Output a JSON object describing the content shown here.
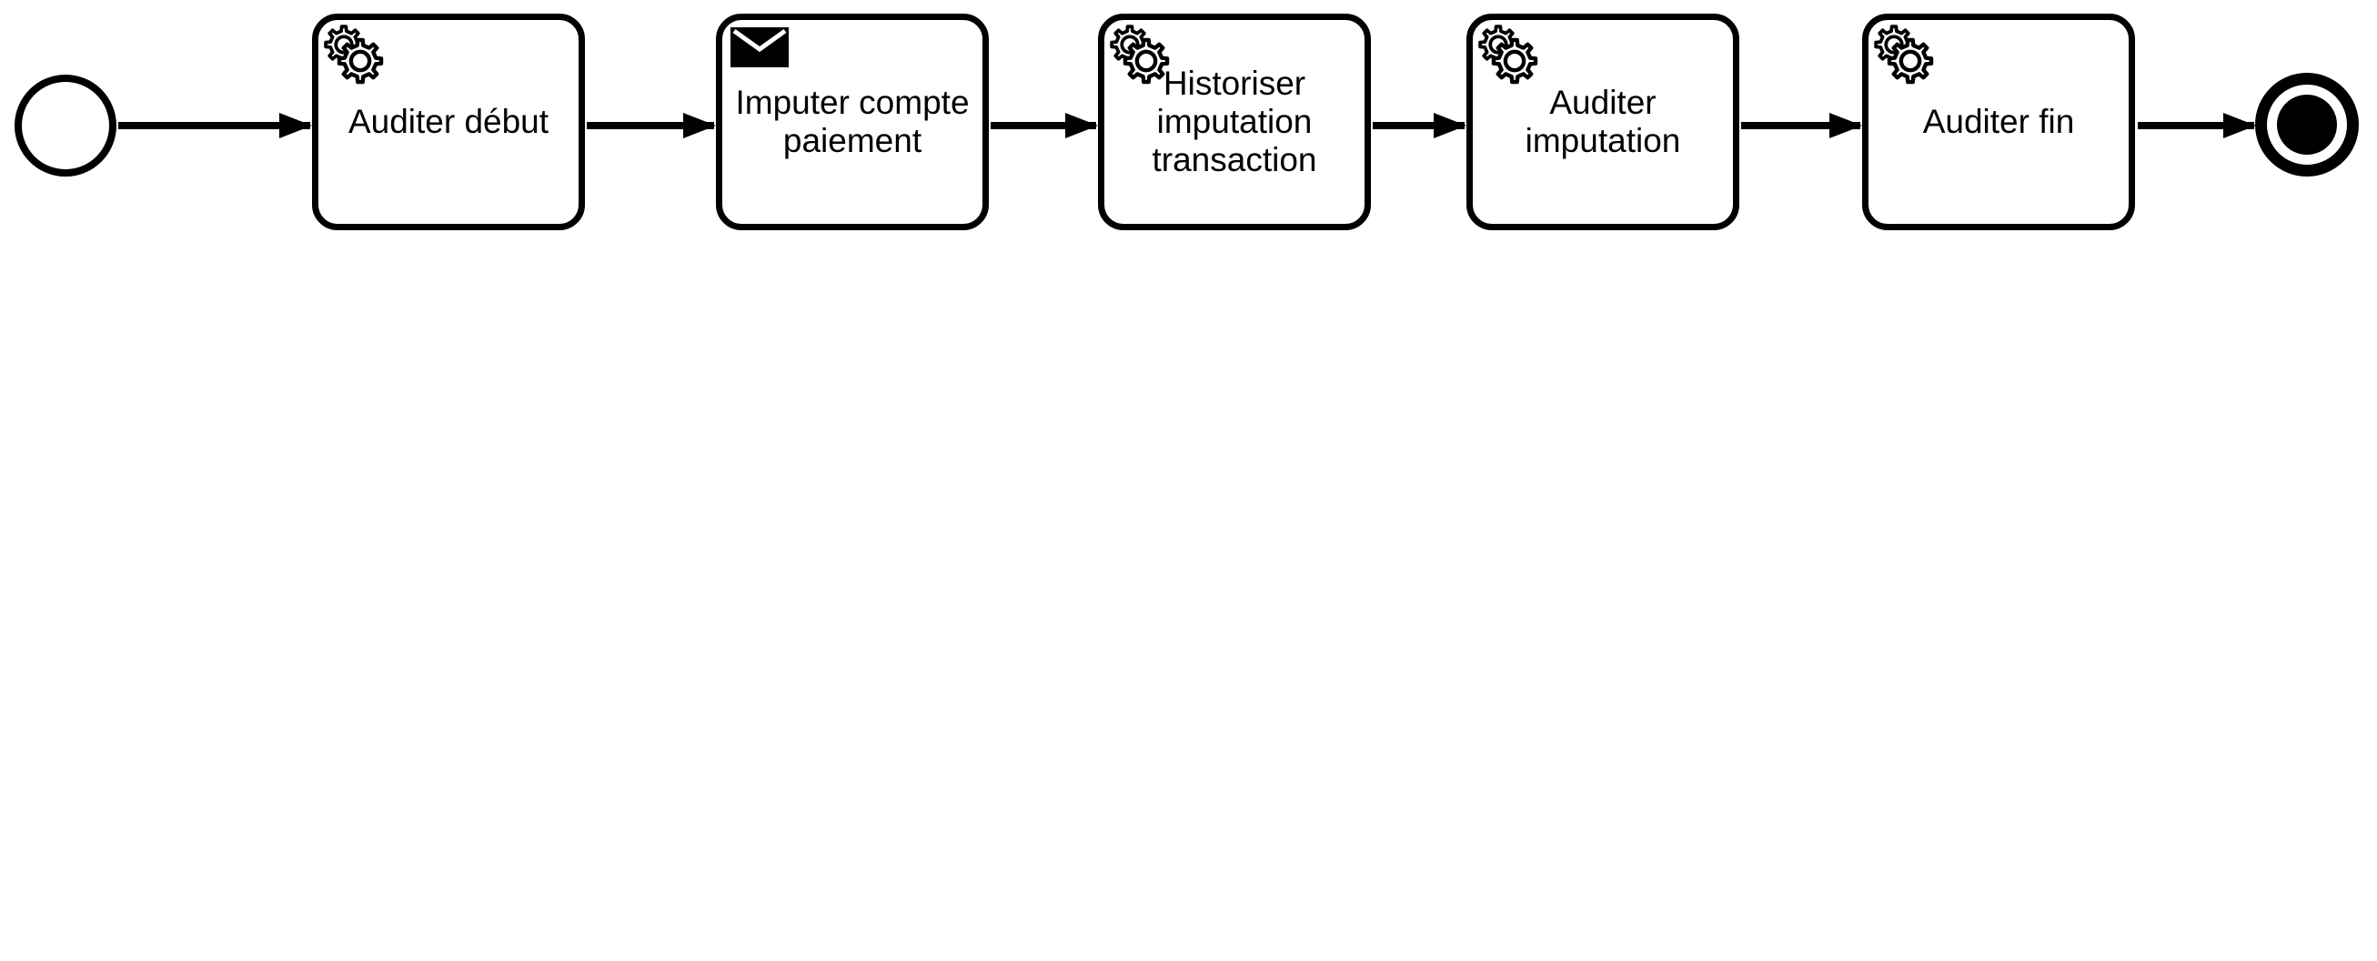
{
  "diagram_kind": "bpmn-process-flow",
  "colors": {
    "stroke": "#000000",
    "shape_fill": "#ffffff",
    "end_event_fill": "#000000"
  },
  "start_event": {
    "type": "start-event"
  },
  "end_event": {
    "type": "end-event"
  },
  "tasks": [
    {
      "label": "Auditer début",
      "icon": "service-gear-icon"
    },
    {
      "label": "Imputer compte\npaiement",
      "icon": "send-envelope-icon"
    },
    {
      "label": "Historiser\nimputation\ntransaction",
      "icon": "service-gear-icon"
    },
    {
      "label": "Auditer\nimputation",
      "icon": "service-gear-icon"
    },
    {
      "label": "Auditer fin",
      "icon": "service-gear-icon"
    }
  ],
  "flows": [
    {
      "from": "start-event",
      "to": "task-0"
    },
    {
      "from": "task-0",
      "to": "task-1"
    },
    {
      "from": "task-1",
      "to": "task-2"
    },
    {
      "from": "task-2",
      "to": "task-3"
    },
    {
      "from": "task-3",
      "to": "task-4"
    },
    {
      "from": "task-4",
      "to": "end-event"
    }
  ]
}
